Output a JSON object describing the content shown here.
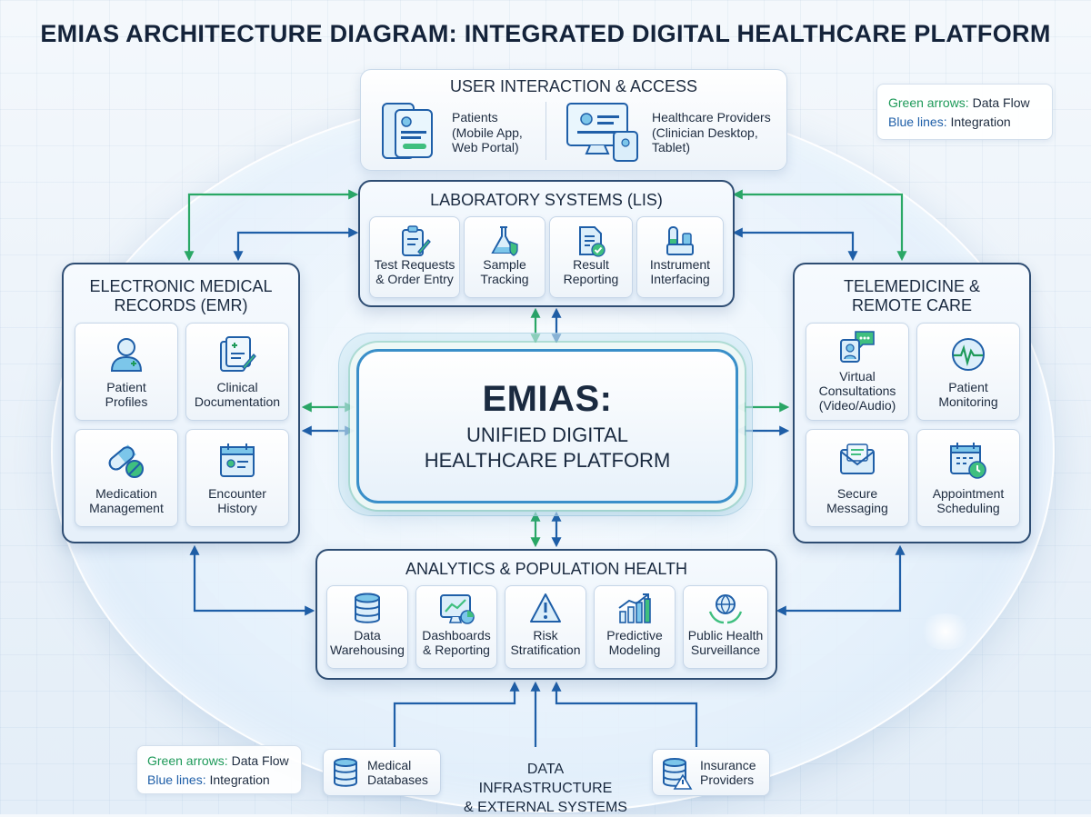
{
  "title": "EMIAS ARCHITECTURE DIAGRAM: INTEGRATED DIGITAL HEALTHCARE PLATFORM",
  "colors": {
    "data_flow": "#2aa866",
    "integration": "#1f5fa8",
    "panel_border": "#2e4d73"
  },
  "legend": {
    "green_label": "Green arrows:",
    "green_text": " Data Flow",
    "blue_label": "Blue lines:",
    "blue_text": " Integration"
  },
  "user_access": {
    "title": "USER INTERACTION & ACCESS",
    "patients": [
      "Patients",
      "(Mobile App,",
      "Web Portal)"
    ],
    "providers": [
      "Healthcare Providers",
      "(Clinician Desktop,",
      "Tablet)"
    ]
  },
  "lis": {
    "title": "LABORATORY SYSTEMS (LIS)",
    "items": [
      {
        "label": [
          "Test Requests",
          "& Order Entry"
        ],
        "icon": "clipboard-pen-icon"
      },
      {
        "label": [
          "Sample",
          "Tracking"
        ],
        "icon": "flask-shield-icon"
      },
      {
        "label": [
          "Result",
          "Reporting"
        ],
        "icon": "document-check-icon"
      },
      {
        "label": [
          "Instrument",
          "Interfacing"
        ],
        "icon": "test-tube-rack-icon"
      }
    ]
  },
  "emr": {
    "title": [
      "ELECTRONIC MEDICAL",
      "RECORDS (EMR)"
    ],
    "items": [
      {
        "label": [
          "Patient",
          "Profiles"
        ],
        "icon": "patient-icon"
      },
      {
        "label": [
          "Clinical",
          "Documentation"
        ],
        "icon": "medical-document-icon"
      },
      {
        "label": [
          "Medication",
          "Management"
        ],
        "icon": "pills-icon"
      },
      {
        "label": [
          "Encounter",
          "History"
        ],
        "icon": "calendar-id-icon"
      }
    ]
  },
  "tele": {
    "title": [
      "TELEMEDICINE &",
      "REMOTE CARE"
    ],
    "items": [
      {
        "label": [
          "Virtual",
          "Consultations",
          "(Video/Audio)"
        ],
        "icon": "chat-person-icon"
      },
      {
        "label": [
          "Patient",
          "Monitoring"
        ],
        "icon": "heartbeat-icon"
      },
      {
        "label": [
          "Secure",
          "Messaging"
        ],
        "icon": "envelope-icon"
      },
      {
        "label": [
          "Appointment",
          "Scheduling"
        ],
        "icon": "calendar-clock-icon"
      }
    ]
  },
  "center": {
    "title": "EMIAS:",
    "subtitle": [
      "UNIFIED DIGITAL",
      "HEALTHCARE PLATFORM"
    ]
  },
  "analytics": {
    "title": "ANALYTICS & POPULATION HEALTH",
    "items": [
      {
        "label": [
          "Data",
          "Warehousing"
        ],
        "icon": "database-icon"
      },
      {
        "label": [
          "Dashboards",
          "& Reporting"
        ],
        "icon": "dashboard-chart-icon"
      },
      {
        "label": [
          "Risk",
          "Stratification"
        ],
        "icon": "warning-icon"
      },
      {
        "label": [
          "Predictive",
          "Modeling"
        ],
        "icon": "trend-bars-icon"
      },
      {
        "label": [
          "Public Health",
          "Surveillance"
        ],
        "icon": "globe-hands-icon"
      }
    ]
  },
  "infra": {
    "title": [
      "DATA INFRASTRUCTURE",
      "& EXTERNAL SYSTEMS"
    ],
    "medical_db": [
      "Medical",
      "Databases"
    ],
    "insurance": [
      "Insurance",
      "Providers"
    ]
  }
}
